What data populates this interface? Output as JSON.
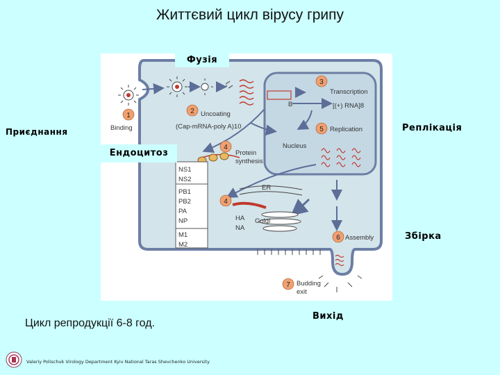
{
  "title": "Життєвий цикл вірусу грипу",
  "labels": {
    "fusion": "Фузія",
    "attachment": "Приєднання",
    "endocytosis": "Ендоцитоз",
    "replication": "Реплікація",
    "assembly": "Збірка",
    "exit": "Вихід"
  },
  "cycle_text": "Цикл репродукції 6-8 год.",
  "footer": "Valeriy Polischuk  Virology Department Kyiv National Taras Shevchenko University",
  "figure": {
    "binding": "Binding",
    "uncoating": "Uncoating",
    "cap_mrna": "(Cap-mRNA-poly A)10",
    "transcription": "Transcription",
    "rna_plus": "[(+) RNA]8",
    "replication": "Replication",
    "nucleus": "Nucleus",
    "protein_synthesis_1": "Protein",
    "protein_synthesis_2": "synthesis",
    "b_label": "B",
    "ns1": "NS1",
    "ns2": "NS2",
    "pb1": "PB1",
    "pb2": "PB2",
    "pa": "PA",
    "np": "NP",
    "m1": "M1",
    "m2": "M2",
    "er": "ER",
    "golgi": "Golgi",
    "ha": "HA",
    "na": "NA",
    "assembly": "Assembly",
    "budding_1": "Budding",
    "budding_2": "exit",
    "steps": [
      "1",
      "2",
      "3",
      "4",
      "4",
      "5",
      "6",
      "7"
    ]
  },
  "colors": {
    "background": "#ccffff",
    "cell_fill": "#d3e4ea",
    "cell_border": "#6c7ea4",
    "nucleus_fill": "#c4d8e4",
    "step_circle": "#f0a070",
    "rna": "#c0392b"
  }
}
